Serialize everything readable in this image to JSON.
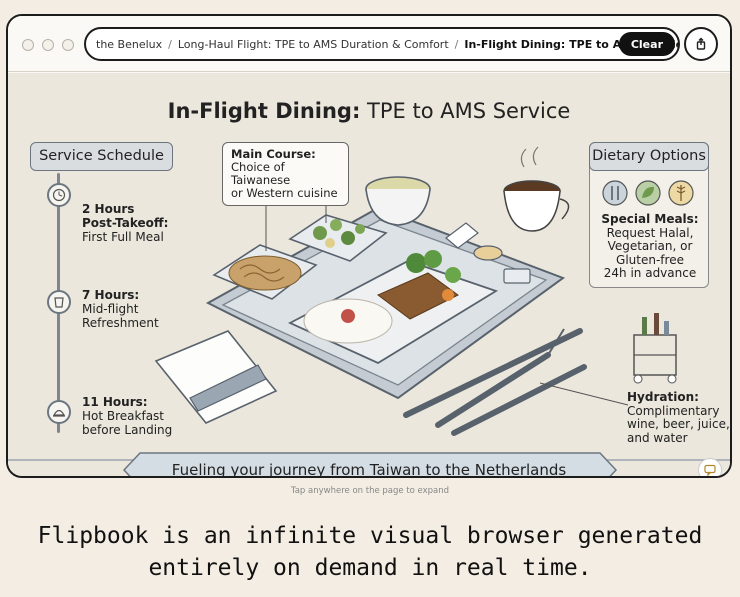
{
  "breadcrumbs": [
    "the Benelux",
    "Long-Haul Flight: TPE to AMS Duration & Comfort",
    "In-Flight Dining: TPE to AMS Service"
  ],
  "toolbar": {
    "clear_label": "Clear",
    "share_icon": "share-icon"
  },
  "illustration": {
    "title_bold": "In-Flight Dining:",
    "title_rest": " TPE to AMS Service",
    "schedule": {
      "heading": "Service Schedule",
      "items": [
        {
          "time": "2 Hours",
          "time2": "Post-Takeoff:",
          "desc": "First Full Meal",
          "icon": "clock-icon"
        },
        {
          "time": "7 Hours:",
          "desc": "Mid-flight",
          "desc2": "Refreshment",
          "icon": "cup-icon"
        },
        {
          "time": "11 Hours:",
          "desc": "Hot Breakfast",
          "desc2": "before Landing",
          "icon": "cloche-icon"
        }
      ]
    },
    "main_course": {
      "label": "Main Course:",
      "line1": "Choice of Taiwanese",
      "line2": "or Western cuisine"
    },
    "dietary": {
      "heading": "Dietary Options",
      "special_label": "Special Meals:",
      "lines": [
        "Request Halal,",
        "Vegetarian, or",
        "Gluten-free",
        "24h in advance"
      ]
    },
    "hydration": {
      "label": "Hydration:",
      "lines": [
        "Complimentary",
        "wine, beer, juice,",
        "and water"
      ]
    },
    "banner": "Fueling your journey from Taiwan to the Netherlands"
  },
  "hint": "Tap anywhere on the page to expand",
  "caption": [
    "Flipbook is an infinite visual browser generated",
    "entirely on demand in real time."
  ],
  "colors": {
    "accent_dark": "#111111",
    "panel_fill": "#d9dde0",
    "background": "#f3ede3"
  }
}
